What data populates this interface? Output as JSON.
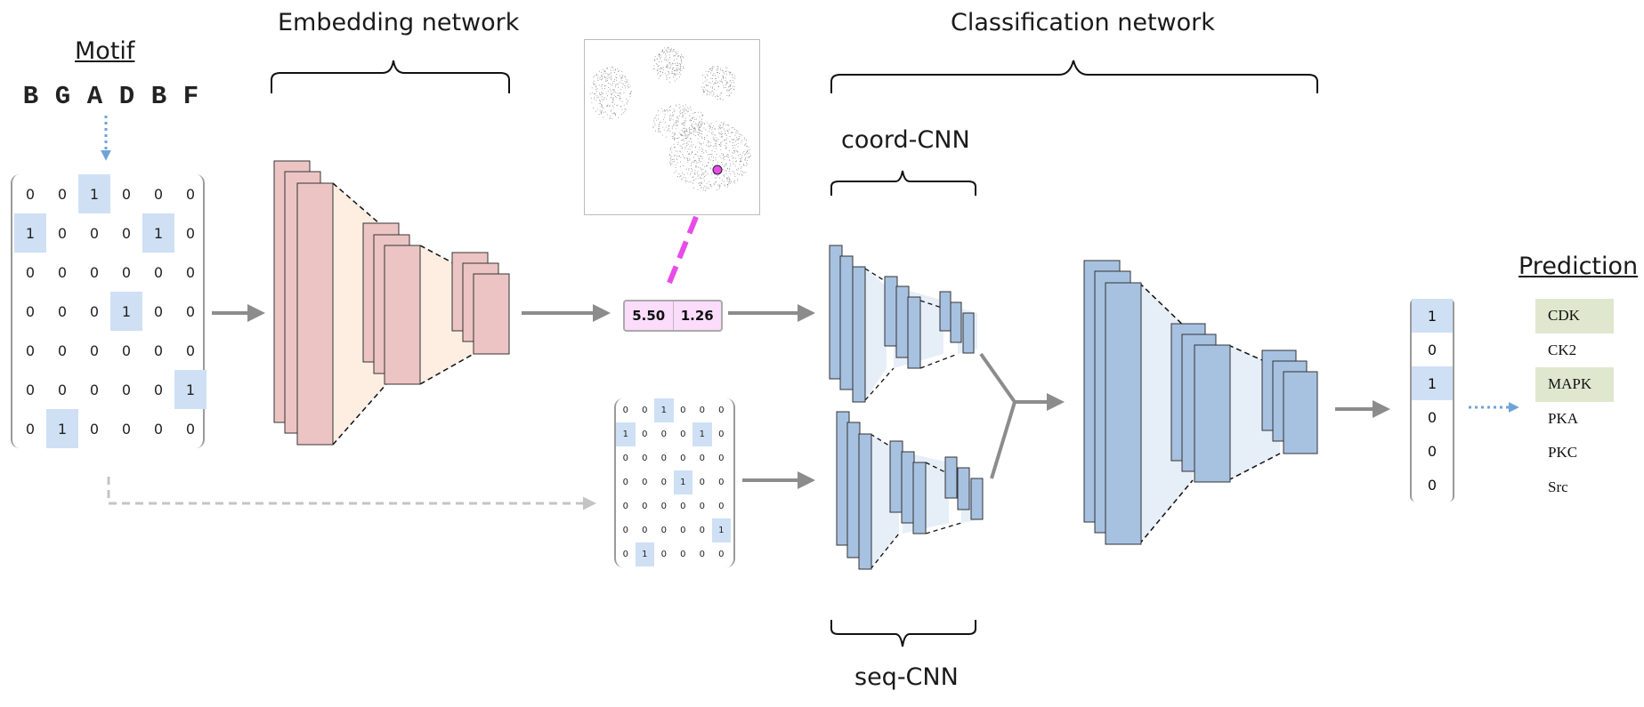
{
  "labels": {
    "embedding_network": "Embedding network",
    "classification_network": "Classification network",
    "motif": "Motif",
    "coord_cnn": "coord-CNN",
    "seq_cnn": "seq-CNN",
    "prediction": "Prediction"
  },
  "motif_letters": [
    "B",
    "G",
    "A",
    "D",
    "B",
    "F"
  ],
  "one_hot_matrix": [
    [
      "0",
      "0",
      "1",
      "0",
      "0",
      "0"
    ],
    [
      "1",
      "0",
      "0",
      "0",
      "1",
      "0"
    ],
    [
      "0",
      "0",
      "0",
      "0",
      "0",
      "0"
    ],
    [
      "0",
      "0",
      "0",
      "1",
      "0",
      "0"
    ],
    [
      "0",
      "0",
      "0",
      "0",
      "0",
      "0"
    ],
    [
      "0",
      "0",
      "0",
      "0",
      "0",
      "1"
    ],
    [
      "0",
      "1",
      "0",
      "0",
      "0",
      "0"
    ]
  ],
  "embedding_coords": [
    "5.50",
    "1.26"
  ],
  "output_vector": [
    "1",
    "0",
    "1",
    "0",
    "0",
    "0"
  ],
  "classes": [
    "CDK",
    "CK2",
    "MAPK",
    "PKA",
    "PKC",
    "Src"
  ],
  "colors": {
    "embedding_blocks": "#ecc4c4",
    "embedding_funnel": "#fdeee1",
    "cnn_blocks": "#a7c1e0",
    "cnn_funnel": "#e6eef8",
    "highlight_cell": "#cfe0f4",
    "highlight_class": "#dfe8cf",
    "coord_box": "#fbdcfb",
    "embedding_arrow": "#e84ce8",
    "flow_arrow": "#8c8c8c",
    "dotted_arrow": "#6fa3d8",
    "skip_arrow": "#c4c4c4"
  }
}
